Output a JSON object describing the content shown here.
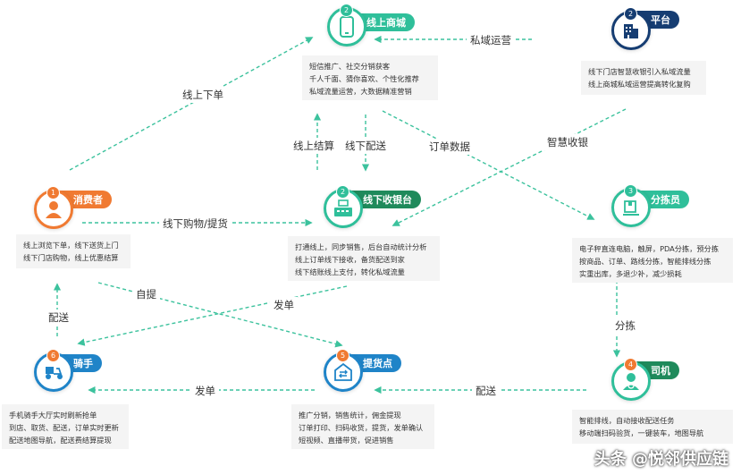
{
  "nodes": {
    "online_mall": {
      "number": "2",
      "title": "线上商城",
      "desc": [
        "短信推广、社交分销获客",
        "千人千面、猜你喜欢、个性化推荐",
        "私域流量运营，大数据精准营销"
      ],
      "icon": "smartphone-icon",
      "color": "#2fbf9a"
    },
    "platform": {
      "number": "2",
      "title": "平台",
      "desc": [
        "线下门店智慧收银引入私域流量",
        "线上商城私域运营提高转化复购"
      ],
      "icon": "building-icon",
      "color": "#163d72"
    },
    "consumer": {
      "number": "1",
      "title": "消费者",
      "desc": [
        "线上浏览下单，线下送货上门",
        "线下门店购物，线上优惠结算"
      ],
      "icon": "person-icon",
      "color": "#f07a32"
    },
    "offline_pos": {
      "number": "2",
      "title": "线下收银台",
      "desc": [
        "打通线上，同步销售，后台自动统计分析",
        "线上订单线下接收，备货配送到家",
        "线下结账线上支付，转化私域流量"
      ],
      "icon": "cash-register-icon",
      "color": "#2fbf9a"
    },
    "sorter": {
      "number": "3",
      "title": "分拣员",
      "desc": [
        "电子秤直连电脑，触屏，PDA分拣，预分拣",
        "按商品、订单、路线分拣，智能排线分拣",
        "实重出库，多退少补，减少损耗"
      ],
      "icon": "parcel-icon",
      "color": "#2fbf9a"
    },
    "rider": {
      "number": "6",
      "title": "骑手",
      "desc": [
        "手机骑手大厅实时刷新抢单",
        "到店、取货、配送，订单实时更新",
        "配送地图导航，配送费结算提现"
      ],
      "icon": "scooter-icon",
      "color": "#1f84c8"
    },
    "pickup": {
      "number": "5",
      "title": "提货点",
      "desc": [
        "推广分销，销售统计，佣金提现",
        "订单打印、扫码收货，提货，发单确认",
        "短视频、直播带货，促进销售"
      ],
      "icon": "store-icon",
      "color": "#1f84c8"
    },
    "driver": {
      "number": "4",
      "title": "司机",
      "desc": [
        "智能排线，自动接收配送任务",
        "移动端扫码验货，一键装车，地图导航"
      ],
      "icon": "driver-icon",
      "color": "#2fbf9a"
    }
  },
  "edges": {
    "online_order": "线上下单",
    "private_ops": "私域运营",
    "online_settle": "线上结算",
    "offline_delivery": "线下配送",
    "order_data": "订单数据",
    "smart_cashier": "智慧收银",
    "offline_purchase": "线下购物/提货",
    "self_pickup": "自提",
    "dispatch_1": "发单",
    "delivery_1": "配送",
    "sorting": "分拣",
    "dispatch_2": "发单",
    "delivery_2": "配送"
  },
  "watermark": "头条 @悦邻供应链"
}
